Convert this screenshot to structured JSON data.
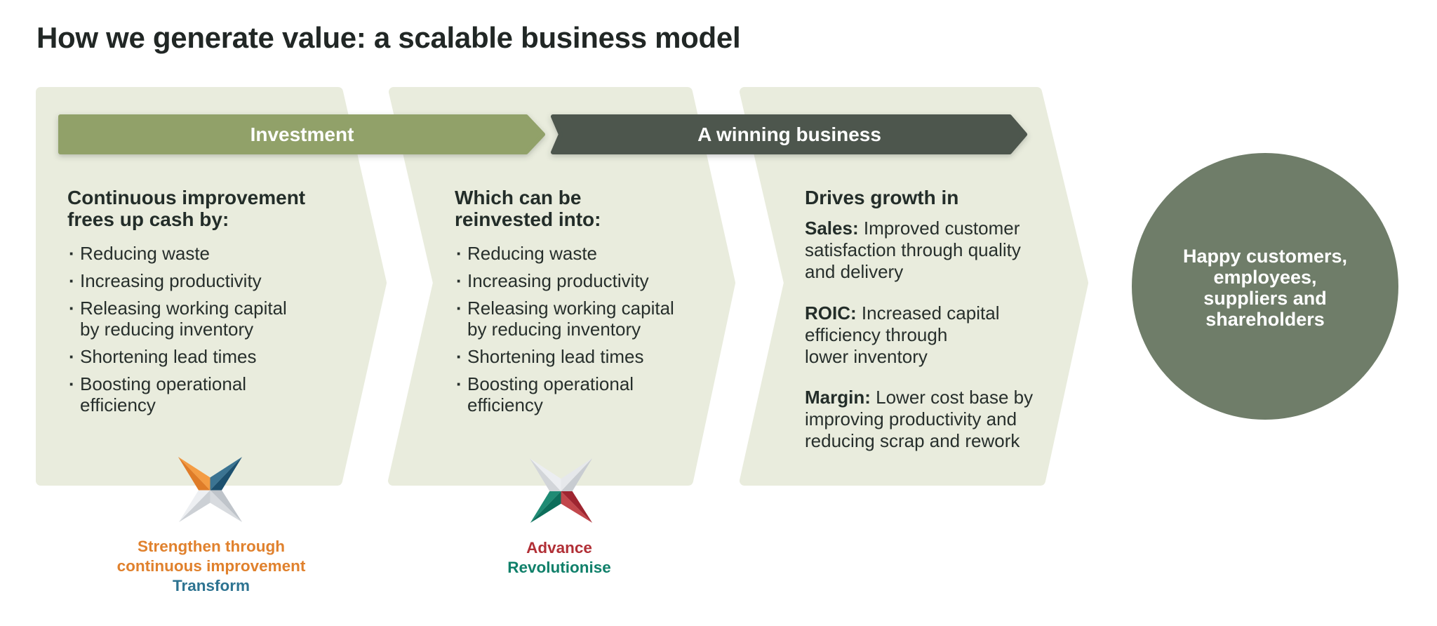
{
  "title": "How we generate value: a scalable business model",
  "colors": {
    "panel_bg": "#e9ecdd",
    "banner_investment": "#91a169",
    "banner_winning": "#4d574e",
    "outcome_circle": "#6f7d69",
    "text_dark": "#232d29",
    "label_orange": "#e0812d",
    "label_teal": "#2d7391",
    "label_red": "#b12f36",
    "label_green": "#10806a"
  },
  "banners": [
    {
      "label": "Investment"
    },
    {
      "label": "A winning business"
    }
  ],
  "panels": [
    {
      "heading": "Continuous improvement\nfrees up cash by:",
      "bullets": [
        "Reducing waste",
        "Increasing productivity",
        "Releasing working capital\nby reducing inventory",
        "Shortening lead times",
        "Boosting operational\nefficiency"
      ]
    },
    {
      "heading": "Which can be\nreinvested into:",
      "bullets": [
        "Reducing waste",
        "Increasing productivity",
        "Releasing working capital\nby reducing inventory",
        "Shortening lead times",
        "Boosting operational\nefficiency"
      ]
    },
    {
      "heading": "Drives growth in",
      "paragraphs": [
        {
          "label": "Sales:",
          "text": "Improved customer\nsatisfaction through quality\nand delivery"
        },
        {
          "label": "ROIC:",
          "text": "Increased capital\nefficiency through\nlower inventory"
        },
        {
          "label": "Margin:",
          "text": "Lower cost base by\nimproving productivity and\nreducing scrap and rework"
        }
      ]
    }
  ],
  "outcome_circle": {
    "text": "Happy customers,\nemployees,\nsuppliers and\nshareholders"
  },
  "strategy_labels": [
    {
      "primary": "Strengthen through\ncontinuous improvement",
      "secondary": "Transform"
    },
    {
      "primary": "Advance",
      "secondary": "Revolutionise"
    }
  ],
  "star_palettes": [
    {
      "nw_light": "#f49c43",
      "nw_dark": "#df7c28",
      "ne_light": "#3b7492",
      "ne_dark": "#1c506e",
      "sw_light": "#edeff2",
      "sw_dark": "#ccd0d5",
      "se_light": "#d8dbdf",
      "se_dark": "#bfc4ca"
    },
    {
      "nw_light": "#eceef1",
      "nw_dark": "#d2d5d9",
      "ne_light": "#e6e8eb",
      "ne_dark": "#c8ccd1",
      "sw_light": "#1f8b74",
      "sw_dark": "#0d6e5b",
      "se_light": "#c2474c",
      "se_dark": "#9e2530"
    }
  ]
}
